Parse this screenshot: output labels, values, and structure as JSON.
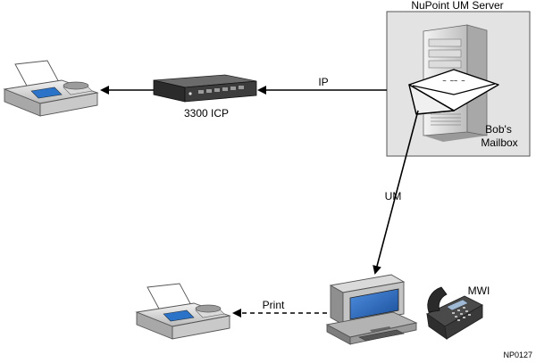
{
  "labels": {
    "server_title": "NuPoint UM Server",
    "mailbox_line1": "Bob's",
    "mailbox_line2": "Mailbox",
    "icp": "3300 ICP",
    "ip": "IP",
    "um": "UM",
    "print": "Print",
    "mwi": "MWI",
    "figure_id": "NP0127"
  },
  "colors": {
    "server_box_fill": "#e3e3e3",
    "line": "#000000",
    "screen_blue": "#1f5fb0",
    "fax_panel_blue": "#2a73c8"
  },
  "icons": {
    "top_fax": "fax-machine-icon",
    "bottom_fax": "fax-machine-icon",
    "router": "network-router-icon",
    "server": "server-tower-icon",
    "envelope": "envelope-icon",
    "computer": "desktop-computer-icon",
    "phone": "desk-phone-icon"
  }
}
